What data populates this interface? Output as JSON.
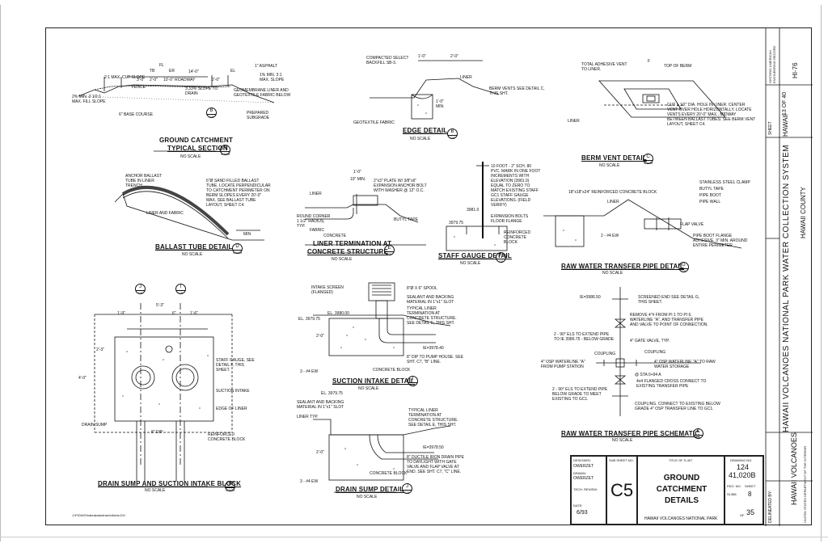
{
  "details": {
    "a": {
      "title": "GROUND CATCHMENT",
      "title2": "TYPICAL SECTION",
      "letter": "A",
      "ref": "C4/C5",
      "scale": "NO SCALE",
      "notes": [
        "2:1 MAX. CUT SLOPE",
        "FL",
        "TB",
        "ER",
        "EL",
        "14'-0\"",
        "3'-0\"",
        "2'-0\"",
        "10'-0\" ROADWAY",
        "2'-0\"",
        "FENCE",
        "3.33% SLOPE TO DRAIN",
        "2% MIN. 2 1/2:1 MAX. FILL SLOPE",
        "6\" BASE COURSE",
        "1\" ASPHALT",
        "1% MIN. 3:1 MAX. SLOPE",
        "GEOMEMBRANE LINER AND GEOTEXTILE FABRIC BELOW",
        "PREPARED SUBGRADE",
        "B",
        "C5"
      ]
    },
    "b": {
      "title": "EDGE DETAIL",
      "letter": "B",
      "ref": "C5",
      "scale": "NO SCALE",
      "notes": [
        "COMPACTED SELECT BACKFILL SB-3.",
        "1'-0\"",
        "2'-0\"",
        "LINER",
        "BERM VENTS SEE DETAIL C, THIS SHT.",
        "1'-0\" MIN.",
        "GEOTEXTILE FABRIC"
      ]
    },
    "c": {
      "title": "BERM VENT DETAIL",
      "letter": "C",
      "ref": "C4/C5",
      "scale": "NO SCALE",
      "notes": [
        "TOTAL ADHESIVE VENT TO LINER.",
        "F",
        "TOP OF BERM",
        "LINER",
        "CUT 1 1/2\" DIA. HOLE IN LINER. CENTER VENT OVER HOLE HORIZONTALLY. LOCATE VENTS EVERY 20'-0\" MAX., MIDWAY BETWEEN BALLAST TUBES. SEE BERM VENT LAYOUT, SHEET C4."
      ]
    },
    "d": {
      "title": "BALLAST TUBE DETAIL",
      "letter": "D",
      "ref": "C4/C5",
      "scale": "NO SCALE",
      "notes": [
        "ANCHOR BALLAST TUBE IN LINER TRENCH",
        "6\"Ø SAND FILLED BALLAST TUBE. LOCATE PERPENDICULAR TO CATCHMENT PERIMETER ON BERM SLOPES EVERY 20'-0\" MAX. SEE BALLAST TUBE LAYOUT, SHEET C4.",
        "LINER AND FABRIC",
        "MIN"
      ]
    },
    "e": {
      "title": "LINER TERMINATION AT",
      "title2": "CONCRETE STRUCTURE",
      "letter": "E",
      "ref": "C5",
      "scale": "NO SCALE",
      "notes": [
        "1'-0\"",
        "10\" MIN.",
        "LINER",
        "2\"x3\" PLATE W/ 3/8\"x6\" EXPANSION ANCHOR BOLT WITH WASHER @ 12\" O.C.",
        "ROUND CORNER 1 1/2\" RADIUS, TYP.",
        "FABRIC",
        "CONCRETE",
        "BUTYL TAPE"
      ]
    },
    "f": {
      "title": "STAFF GAUGE DETAIL",
      "letter": "F",
      "ref": "C5",
      "scale": "NO SCALE",
      "notes": [
        "10 FOOT - 2\" SCH. 80 PVC. MARK IN ONE FOOT INCREMENTS WITH ELEVATION (3981.0) EQUAL TO ZERO TO MATCH EXISTING STAFF GC1 STAFF GAUGE ELEVATIONS. (FIELD VERIFY)",
        "EXPANSION BOLTS FLOOR FLANGE",
        "REINFORCED CONCRETE BLOCK",
        "3981.0",
        "3979.75"
      ]
    },
    "g": {
      "title": "RAW WATER TRANSFER PIPE DETAIL",
      "letter": "G",
      "ref": "C5",
      "scale": "NO SCALE",
      "notes": [
        "18\"x18\"x24\" REINFORCED CONCRETE BLOCK",
        "LINER",
        "2 - #4 EW",
        "STAINLESS STEEL CLAMP",
        "BUTYL TAPE",
        "PIPE BOOT",
        "PIPE WALL",
        "FLAP VALVE",
        "PIPE BOOT FLANGE ADHESIVE, 3\" MIN. AROUND ENTIRE PERIMETER"
      ]
    },
    "h": {
      "title": "DRAIN SUMP AND SUCTION INTAKE BLOCK",
      "letter": "H",
      "ref": "C4/C5",
      "scale": "NO SCALE",
      "notes": [
        "J",
        "C5",
        "I",
        "C5",
        "5'-3\"",
        "1'-9\"",
        "6\"",
        "1'-6\"",
        "2'-3\"",
        "4'-0\"",
        "STAFF GAUGE, SEE DETAIL F, THIS SHEET.",
        "SUCTION INTAKE",
        "EDGE OF LINER",
        "DRAIN SUMP",
        "8\" DIP",
        "REINFORCED CONCRETE BLOCK"
      ]
    },
    "i": {
      "title": "SUCTION INTAKE DETAIL",
      "letter": "I",
      "ref": "C5",
      "scale": "NO SCALE",
      "notes": [
        "INTAKE SCREEN (FLANGED)",
        "8\"Ø X 6\" SPOOL",
        "SEALANT AND BACKING MATERIAL IN 1\"x1\" SLOT",
        "TYPICAL LINER TERMINATION AT CONCRETE STRUCTURE. SEE DETAIL E, THIS SHT.",
        "EL. 3980.00",
        "EL. 3979.75",
        "IE=3978.40",
        "8\" DIP TO PUMP HOUSE. SEE SHT. C7, \"B\" LINE.",
        "3 - #4 EW",
        "CONCRETE BLOCK",
        "2'-0\""
      ]
    },
    "j": {
      "title": "DRAIN SUMP DETAIL",
      "letter": "J",
      "ref": "C5",
      "scale": "NO SCALE",
      "notes": [
        "EL. 3979.75",
        "SEALANT AND BACKING MATERIAL IN 1\"x1\" SLOT",
        "LINER TYP.",
        "TYPICAL LINER TERMINATION AT CONCRETE STRUCTURE. SEE DETAIL E, THIS SHT.",
        "IE=3978.50",
        "8\" DUCTILE IRON DRAIN PIPE TO DAYLIGHT WITH GATE VALVE AND FLAP VALVE AT END. SEE SHT. C7, \"C\" LINE.",
        "3 - #4 EW",
        "CONCRETE BLOCK",
        "2'-0\""
      ]
    },
    "k": {
      "title": "RAW WATER TRANSFER PIPE SCHEMATIC",
      "letter": "K",
      "ref": "C5",
      "scale": "NO SCALE",
      "notes": [
        "IE=3986.50",
        "SCREENED END SEE DETAIL G, THIS SHEET.",
        "REMOVE 4\"# FROM PI 1 TO PI 6, WATERLINE \"A\", AND TRANSFER PIPE AND VALVE TO POINT OF CONNECTION.",
        "2 - 90° ELS TO EXTEND PIPE TO IE 3986.75 - BELOW GRADE",
        "4\" GATE VALVE, TYP.",
        "COUPLING",
        "COUPLING",
        "4\" OSP WATERLINE \"A\" FROM PUMP STATION",
        "4\" OSP WATERLINE \"A\" TO RAW WATER STORAGE",
        "@ STA 0+94 A",
        "4x4 FLANGED CROSS CONNECT TO EXISTING TRANSFER PIPE",
        "2 - 90° ELS TO EXTEND PIPE BELOW GRADE TO MEET EXISTING TO GC1.",
        "COUPLING. CONNECT TO EXISTING BELOW GRADE 4\" OSP TRANSFER LINE TO GC1."
      ]
    }
  },
  "titleblock": {
    "designed_label": "DESIGNED:",
    "designed": "OWERZET",
    "drawn_label": "DRAWN:",
    "drawn": "OWERZET",
    "tech_label": "TECH. REVIEW:",
    "date_label": "DATE:",
    "date": "6/93",
    "sub_sheet_label": "SUB SHEET NO.",
    "sub_sheet": "C5",
    "title_of_label": "TITLE OF S-407",
    "sheet_title": "GROUND CATCHMENT DETAILS",
    "park": "HAWAII VOLCANOES NATIONAL PARK",
    "drawing_no_label": "DRAWING NO.",
    "drawing_no_1": "124",
    "drawing_no_2": "41,020B",
    "pkg_label": "PKG. NO.",
    "pkg": "SL388",
    "sheet_label": "SHEET",
    "sheet": "8",
    "of_label": "OF",
    "of": "35"
  },
  "sidebar": {
    "main_title": "HAWAII VOLCANOES NATIONAL PARK WATER COLLECTION SYSTEM",
    "sub_title": "HAWAII VOLCANOES",
    "county": "HAWAII COUNTY",
    "state": "HAWAII",
    "sheet_label": "SHEET",
    "sheet_value": "13 OF 40",
    "habs_label": "HISTORIC AMERICAN ENGINEERING RECORD",
    "habs_no": "HI-76",
    "delineated": "DELINEATED BY:",
    "office": "UNITED STATES DEPARTMENT OF THE INTERIOR"
  },
  "filepath": "J:\\P\\DWG\\haleakala\\draw\\c5dets.DG"
}
